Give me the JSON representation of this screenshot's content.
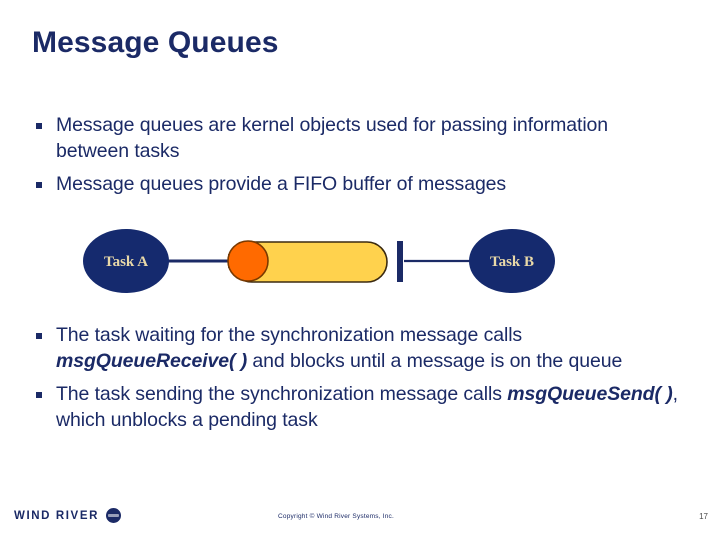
{
  "slide": {
    "title": "Message Queues",
    "page_number": "17",
    "accent_navy": "#1b2a66",
    "accent_orange": "#ff6a00",
    "accent_yellow": "#ffd24d",
    "label_cream": "#e9d9a8"
  },
  "bullets_top": [
    {
      "text": "Message queues are kernel objects used for passing information between tasks"
    },
    {
      "text": "Message queues provide a FIFO buffer of messages"
    }
  ],
  "bullets_bottom": [
    {
      "prefix": " The task waiting for the synchronization message calls ",
      "code": "msgQueueReceive( )",
      "suffix": " and blocks until a message is on the queue"
    },
    {
      "prefix": "The task sending the synchronization message calls ",
      "code": "msgQueueSend( )",
      "suffix": ", which unblocks a pending task"
    }
  ],
  "diagram": {
    "task_a_label": "Task A",
    "task_b_label": "Task B",
    "queue_fill": "#ffd24d",
    "queue_stroke": "#3b2a10",
    "message_fill": "#ff6a00",
    "message_stroke": "#7a3a00",
    "node_fill": "#152a6e",
    "connector_color": "#1b2a66",
    "barrier_color": "#1b2a66"
  },
  "footer": {
    "logo_text": "WIND RIVER",
    "copyright": "Copyright  ©  Wind River Systems, Inc."
  }
}
